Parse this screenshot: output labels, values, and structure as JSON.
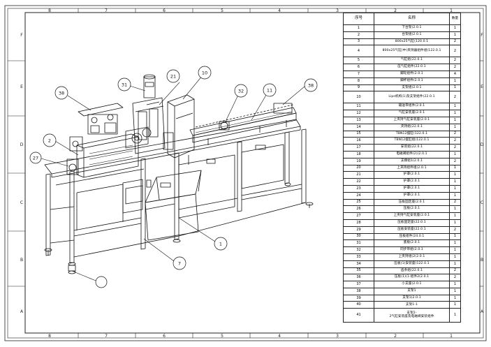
{
  "frame": {
    "top_columns": [
      "8",
      "7",
      "6",
      "5",
      "4",
      "3",
      "2",
      "1"
    ],
    "bottom_columns": [
      "8",
      "7",
      "6",
      "5",
      "4",
      "3",
      "2",
      "1"
    ],
    "left_rows": [
      "F",
      "E",
      "D",
      "C",
      "B",
      "A"
    ],
    "right_rows": [
      "F",
      "E",
      "D",
      "C",
      "B",
      "A"
    ]
  },
  "bom": {
    "headers": {
      "index": "序号",
      "name": "名称",
      "qty": "数量"
    },
    "rows": [
      {
        "no": "1",
        "name": "下台架(2.0.1",
        "qty": "1"
      },
      {
        "no": "2",
        "name": "台架组(2.0.1",
        "qty": "1"
      },
      {
        "no": "3",
        "name": "800x25气缸(120.0.1",
        "qty": "2"
      },
      {
        "no": "4",
        "name": "800x25气缸(中)夹持器组件组(122.0.1",
        "qty": "2"
      },
      {
        "no": "5",
        "name": "气缸组(22.0.1",
        "qty": "2"
      },
      {
        "no": "6",
        "name": "压气缸组件(22.0.1",
        "qty": "2"
      },
      {
        "no": "7",
        "name": "脚轮组件(2.0.1",
        "qty": "4"
      },
      {
        "no": "8",
        "name": "脚杯组件(2.0.1",
        "qty": "1"
      },
      {
        "no": "9",
        "name": "支架组(2.0.1",
        "qty": "1"
      },
      {
        "no": "10",
        "name": "Lips机构(1)及支架组件(22.0.1",
        "qty": "2"
      },
      {
        "no": "11",
        "name": "输送带组件(2.0.1",
        "qty": "1"
      },
      {
        "no": "12",
        "name": "气缸安装座(2.0.1",
        "qty": "1"
      },
      {
        "no": "13",
        "name": "上夹持气缸安装座(2.0.1",
        "qty": "1"
      },
      {
        "no": "14",
        "name": "夹持组(22.0.1",
        "qty": "1"
      },
      {
        "no": "15",
        "name": "TBN12摆缸(122.0.1",
        "qty": "2"
      },
      {
        "no": "16",
        "name": "TBN12摆缸组(122.0.1",
        "qty": "2"
      },
      {
        "no": "17",
        "name": "安装组(22.0.1",
        "qty": "2"
      },
      {
        "no": "18",
        "name": "电磁阀组件(2)(2.0.1",
        "qty": "1"
      },
      {
        "no": "19",
        "name": "支撑组1(2.0.1",
        "qty": "2"
      },
      {
        "no": "20",
        "name": "上夹持组件组(2.0.1",
        "qty": "1"
      },
      {
        "no": "21",
        "name": "护罩(2.0.1",
        "qty": "1"
      },
      {
        "no": "22",
        "name": "护罩(2.0.1",
        "qty": "1"
      },
      {
        "no": "23",
        "name": "护罩(2.0.1",
        "qty": "1"
      },
      {
        "no": "24",
        "name": "护罩(2.0.1",
        "qty": "1"
      },
      {
        "no": "25",
        "name": "压板固定座(2.0.1",
        "qty": "2"
      },
      {
        "no": "26",
        "name": "压板(2.0.1",
        "qty": "1"
      },
      {
        "no": "27",
        "name": "上夹持气缸安装座(2.0.1",
        "qty": "1"
      },
      {
        "no": "28",
        "name": "压板固定座(22.0.1",
        "qty": "1"
      },
      {
        "no": "29",
        "name": "压板安装座(22.0.1",
        "qty": "2"
      },
      {
        "no": "30",
        "name": "压板组件(24.0.1",
        "qty": "1"
      },
      {
        "no": "31",
        "name": "底板(2.0.1",
        "qty": "1"
      },
      {
        "no": "32",
        "name": "同步带组(2.0.1",
        "qty": "1"
      },
      {
        "no": "33",
        "name": "上夹持组(2(2.0.1",
        "qty": "1"
      },
      {
        "no": "34",
        "name": "压板(1)安装座(122.0.1",
        "qty": "1"
      },
      {
        "no": "35",
        "name": "齿条组(22.0.1",
        "qty": "2"
      },
      {
        "no": "36",
        "name": "压板(1)(1-组件2(2.0.1",
        "qty": "2"
      },
      {
        "no": "37",
        "name": "小支座(2.0.1",
        "qty": "1"
      },
      {
        "no": "38",
        "name": "支架1",
        "qty": "1"
      },
      {
        "no": "39",
        "name": "支架1(2.0.1",
        "qty": "1"
      },
      {
        "no": "40",
        "name": "支架1-1",
        "qty": "1"
      },
      {
        "no": "41",
        "name": "支架2-\n2气缸安装座及电磁阀安装组件",
        "qty": "1"
      }
    ]
  },
  "balloons": [
    "38",
    "31",
    "21",
    "10",
    "32",
    "11",
    "38",
    "2",
    "27",
    "1",
    "7"
  ]
}
